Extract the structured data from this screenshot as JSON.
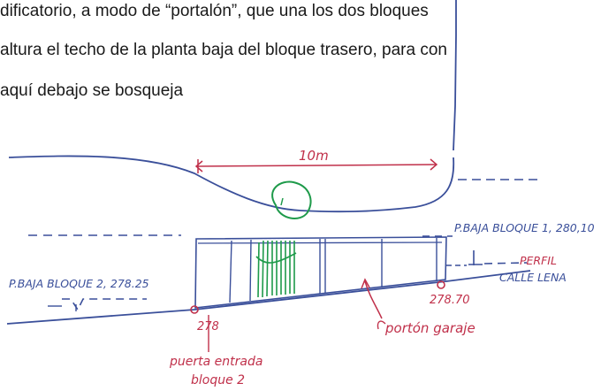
{
  "document": {
    "lines": [
      "dificatorio, a modo de “portalón”, que una los dos bloques",
      "altura el techo de la planta baja del bloque trasero, para con",
      "aquí debajo se bosqueja"
    ]
  },
  "sketch": {
    "dimension_label": "10m",
    "level_block1": "P.BAJA BLOQUE 1, 280,10",
    "level_block2": "P.BAJA BLOQUE 2, 278.25",
    "street_profile_line1": "PERFIL",
    "street_profile_line2": "CALLE LENA",
    "height_left": "278",
    "height_right": "278.70",
    "entrance_line1": "puerta entrada",
    "entrance_line2": "bloque 2",
    "garage_door": "portón garaje",
    "colors": {
      "ink": "#3a4f9a",
      "red": "#c0304a",
      "green": "#1e9a4a",
      "text": "#1a1a1a"
    }
  }
}
